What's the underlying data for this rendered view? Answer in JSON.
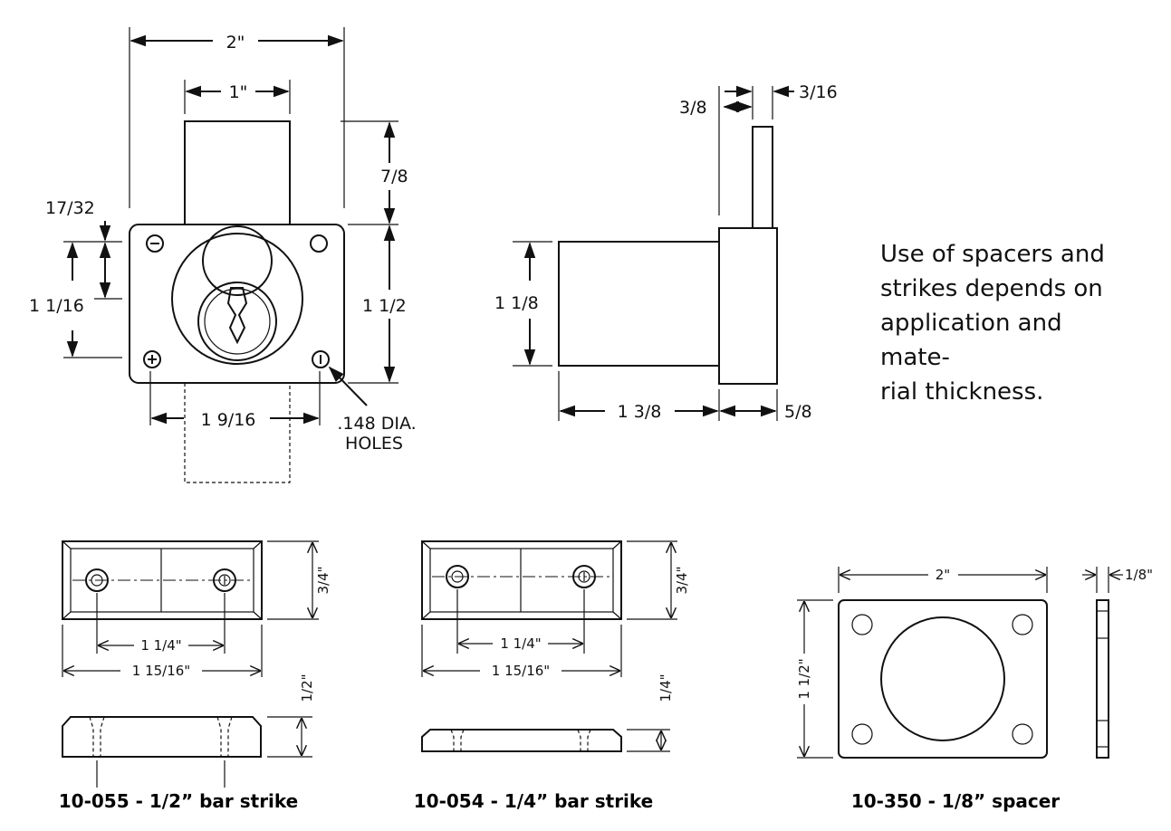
{
  "lock": {
    "dim_width": "2\"",
    "dim_cam_width": "1\"",
    "dim_cam_height": "7/8",
    "dim_17_32": "17/32",
    "dim_1_1_16": "1  1/16",
    "dim_body_height": "1  1/2",
    "dim_hole_spacing": "1  9/16",
    "hole_note_line1": ".148 DIA.",
    "hole_note_line2": "HOLES"
  },
  "side": {
    "dim_3_8": "3/8",
    "dim_3_16": "3/16",
    "dim_1_1_8": "1  1/8",
    "dim_1_3_8": "1  3/8",
    "dim_5_8": "5/8"
  },
  "note": {
    "line1": "Use of spacers and",
    "line2": "strikes depends on",
    "line3": "application and mate-",
    "line4": "rial thickness."
  },
  "strike_half": {
    "dim_height": "3/4\"",
    "dim_holes": "1 1/4\"",
    "dim_length": "1 15/16\"",
    "dim_side": "1/2\"",
    "caption": "10-055 - 1/2” bar strike"
  },
  "strike_quarter": {
    "dim_height": "3/4\"",
    "dim_holes": "1 1/4\"",
    "dim_length": "1 15/16\"",
    "dim_side": "1/4\"",
    "caption": "10-054 - 1/4” bar strike"
  },
  "spacer": {
    "dim_width": "2\"",
    "dim_height": "1 1/2\"",
    "dim_thickness": "1/8\"",
    "caption": "10-350 - 1/8” spacer"
  }
}
